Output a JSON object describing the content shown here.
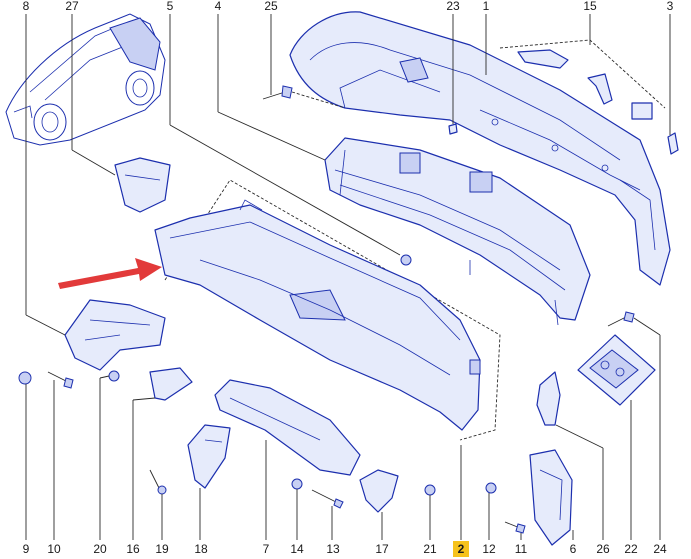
{
  "diagram": {
    "highlight_color": "#f6c21c",
    "arrow_color": "#e23a3a",
    "part_color": "#1c2fae",
    "highlighted_part": "2",
    "labels_top": [
      {
        "id": "8",
        "text": "8"
      },
      {
        "id": "27",
        "text": "27"
      },
      {
        "id": "5",
        "text": "5"
      },
      {
        "id": "4",
        "text": "4"
      },
      {
        "id": "25",
        "text": "25"
      },
      {
        "id": "23",
        "text": "23"
      },
      {
        "id": "1",
        "text": "1"
      },
      {
        "id": "15",
        "text": "15"
      },
      {
        "id": "3",
        "text": "3"
      }
    ],
    "labels_bottom": [
      {
        "id": "9",
        "text": "9"
      },
      {
        "id": "10",
        "text": "10"
      },
      {
        "id": "20",
        "text": "20"
      },
      {
        "id": "16",
        "text": "16"
      },
      {
        "id": "19",
        "text": "19"
      },
      {
        "id": "18",
        "text": "18"
      },
      {
        "id": "7",
        "text": "7"
      },
      {
        "id": "14",
        "text": "14"
      },
      {
        "id": "13",
        "text": "13"
      },
      {
        "id": "17",
        "text": "17"
      },
      {
        "id": "21",
        "text": "21"
      },
      {
        "id": "2",
        "text": "2"
      },
      {
        "id": "12",
        "text": "12"
      },
      {
        "id": "11",
        "text": "11"
      },
      {
        "id": "6",
        "text": "6"
      },
      {
        "id": "26",
        "text": "26"
      },
      {
        "id": "22",
        "text": "22"
      },
      {
        "id": "24",
        "text": "24"
      }
    ]
  }
}
